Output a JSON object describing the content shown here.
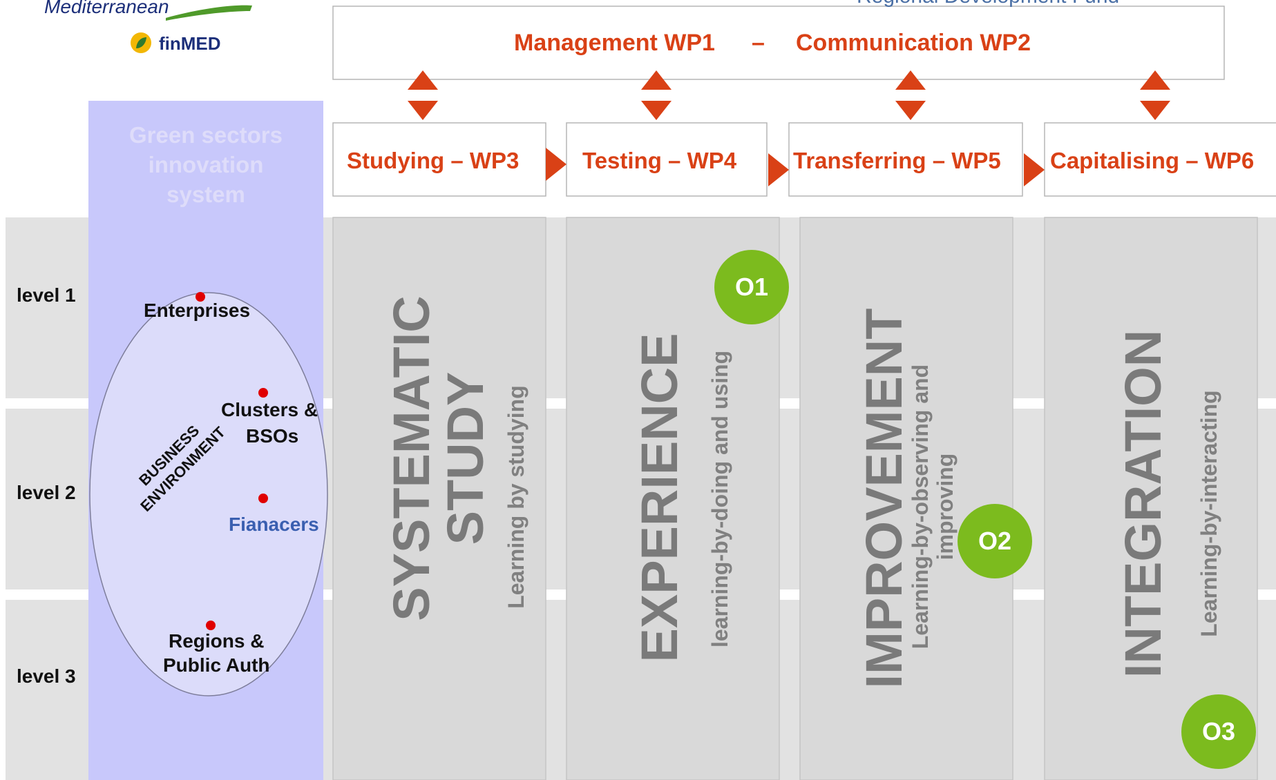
{
  "header": {
    "logo_text": "Mediterranean",
    "project_name": "finMED",
    "fund_text": "Regional Development Fund"
  },
  "top_bar": {
    "management": "Management WP1",
    "dash": "–",
    "communication": "Communication WP2"
  },
  "work_packages": [
    {
      "label": "Studying – WP3"
    },
    {
      "label": "Testing – WP4"
    },
    {
      "label": "Transferring – WP5"
    },
    {
      "label": "Capitalising – WP6"
    }
  ],
  "innovation_system": {
    "title_lines": [
      "Green sectors",
      "innovation",
      "system"
    ],
    "business_environment_lines": [
      "BUSINESS",
      "ENVIRONMENT"
    ],
    "actors": {
      "enterprises": "Enterprises",
      "clusters_line1": "Clusters &",
      "clusters_line2": "BSOs",
      "financers": "Fianacers",
      "regions_line1": "Regions &",
      "regions_line2": "Public Auth"
    }
  },
  "levels": [
    "level 1",
    "level 2",
    "level 3"
  ],
  "phases": [
    {
      "title_lines": [
        "SYSTEMATIC",
        "STUDY"
      ],
      "learning_lines": [
        "Learning by studying"
      ]
    },
    {
      "title_lines": [
        "EXPERIENCE"
      ],
      "learning_lines": [
        "learning-by-doing and using"
      ]
    },
    {
      "title_lines": [
        "IMPROVEMENT"
      ],
      "learning_lines": [
        "Learning-by-observing and",
        "improving"
      ]
    },
    {
      "title_lines": [
        "INTEGRATION"
      ],
      "learning_lines": [
        "Learning-by-interacting"
      ]
    }
  ],
  "objectives": [
    "O1",
    "O2",
    "O3"
  ],
  "colors": {
    "accent": "#d94116",
    "panel": "#c8c8fb",
    "ellipse": "#dcdcfa",
    "band": "#e2e2e2",
    "column": "#d9d9d9",
    "objective": "#7cbb1e",
    "dot": "#e00000"
  }
}
